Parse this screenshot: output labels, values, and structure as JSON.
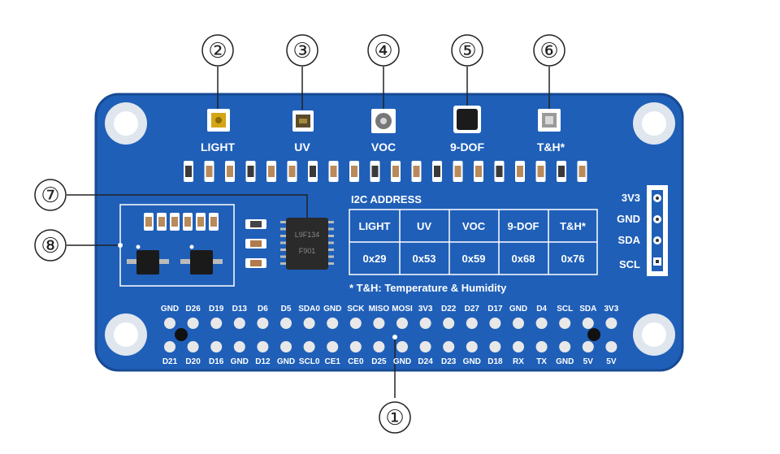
{
  "callouts": [
    "①",
    "②",
    "③",
    "④",
    "⑤",
    "⑥",
    "⑦",
    "⑧"
  ],
  "sensors": [
    {
      "label": "LIGHT"
    },
    {
      "label": "UV"
    },
    {
      "label": "VOC"
    },
    {
      "label": "9-DOF"
    },
    {
      "label": "T&H*"
    }
  ],
  "i2c_address": {
    "title": "I2C ADDRESS",
    "headers": [
      "LIGHT",
      "UV",
      "VOC",
      "9-DOF",
      "T&H*"
    ],
    "values": [
      "0x29",
      "0x53",
      "0x59",
      "0x68",
      "0x76"
    ],
    "footnote": "* T&H: Temperature & Humidity"
  },
  "i2c_header_pins": [
    "3V3",
    "GND",
    "SDA",
    "SCL"
  ],
  "gpio_top_labels": [
    "GND",
    "D26",
    "D19",
    "D13",
    "D6",
    "D5",
    "SDA0",
    "GND",
    "SCK",
    "MISO",
    "MOSI",
    "3V3",
    "D22",
    "D27",
    "D17",
    "GND",
    "D4",
    "SCL",
    "SDA",
    "3V3"
  ],
  "gpio_bottom_labels": [
    "D21",
    "D20",
    "D16",
    "GND",
    "D12",
    "GND",
    "SCL0",
    "CE1",
    "CE0",
    "D25",
    "GND",
    "D24",
    "D23",
    "GND",
    "D18",
    "RX",
    "TX",
    "GND",
    "5V",
    "5V"
  ],
  "chip_marking": [
    "L9F134",
    "F901"
  ],
  "colors": {
    "pcb": "#1f5fb8",
    "silkscreen": "#ffffff",
    "callout": "#222222"
  }
}
